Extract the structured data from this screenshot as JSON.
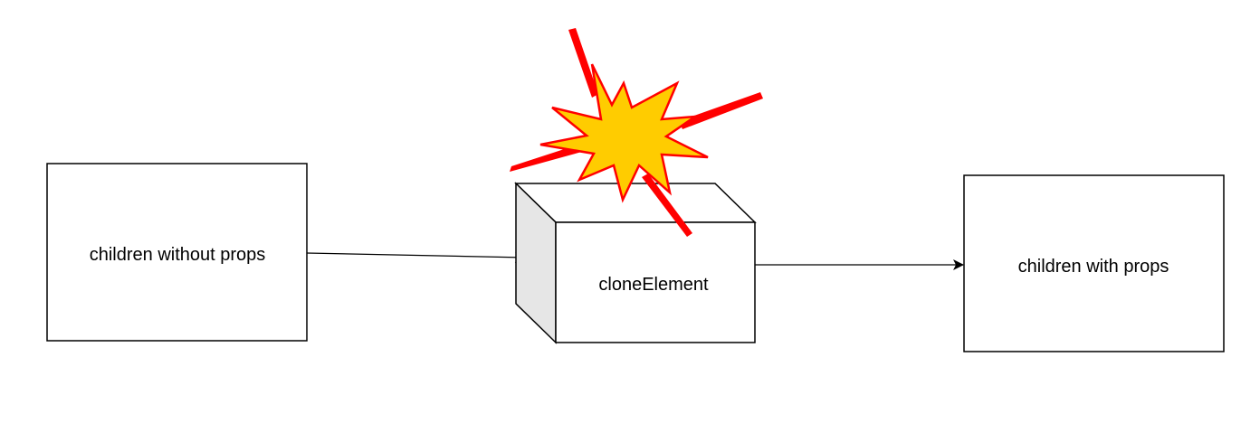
{
  "diagram": {
    "nodes": {
      "input": {
        "label": "children without props"
      },
      "process": {
        "label": "cloneElement"
      },
      "output": {
        "label": "children with props"
      }
    },
    "edges": [
      {
        "from": "children without props",
        "to": "cloneElement"
      },
      {
        "from": "cloneElement",
        "to": "children with props"
      }
    ],
    "decoration": {
      "icon": "explosion-icon",
      "colors": {
        "burst_fill": "#FFCC00",
        "burst_stroke": "#FF0000",
        "spikes": "#FF0000",
        "cube_side": "#E6E6E6"
      }
    }
  }
}
